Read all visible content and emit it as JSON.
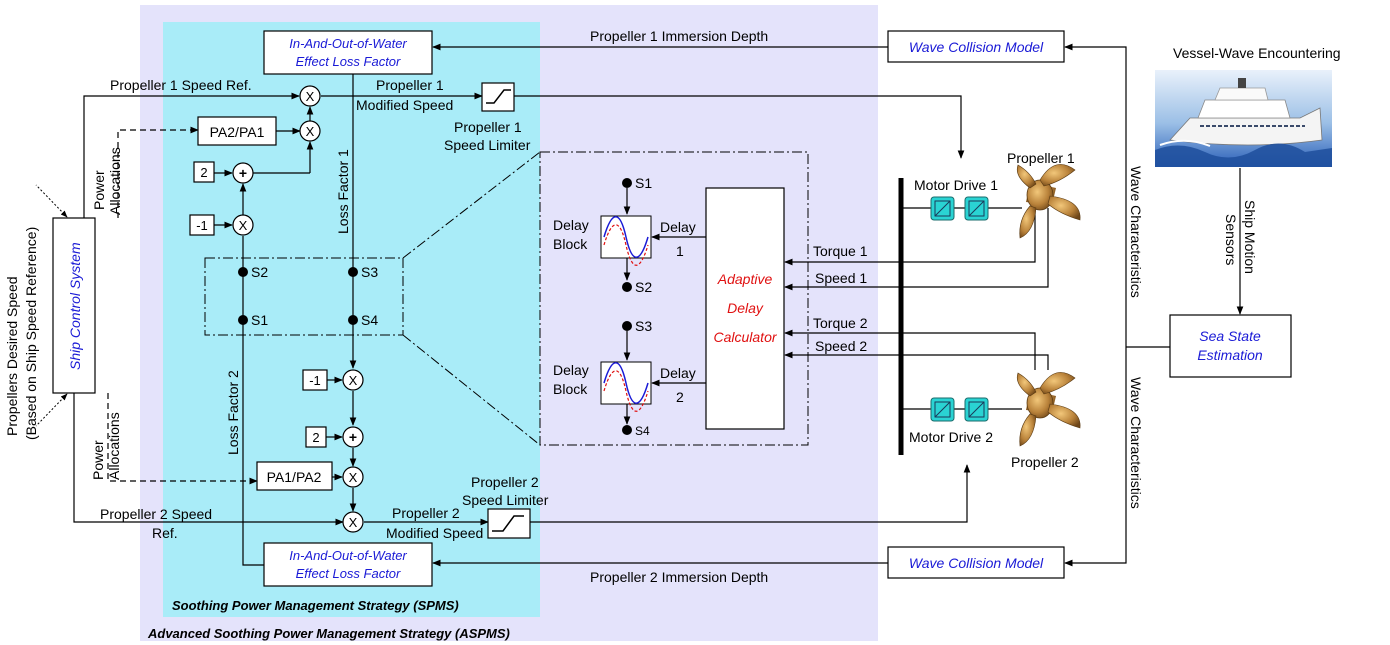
{
  "colors": {
    "aspms_background": "#e4e3fb",
    "spms_background": "#a9ecf8",
    "block_text": "#1a1ad6",
    "calculator_text": "#e01010",
    "drive_icon": "#2ad3d3"
  },
  "titles": {
    "spms": "Soothing Power Management Strategy (SPMS)",
    "aspms": "Advanced Soothing Power Management Strategy (ASPMS)"
  },
  "blocks": {
    "loss_top_l1": "In-And-Out-of-Water",
    "loss_top_l2": "Effect Loss Factor",
    "loss_bottom_l1": "In-And-Out-of-Water",
    "loss_bottom_l2": "Effect Loss Factor",
    "wave_top": "Wave Collision Model",
    "wave_bottom": "Wave Collision Model",
    "ship_control": "Ship Control System",
    "sea_state_l1": "Sea State",
    "sea_state_l2": "Estimation",
    "calc_l1": "Adaptive",
    "calc_l2": "Delay",
    "calc_l3": "Calculator",
    "pa_top": "PA2/PA1",
    "pa_bottom": "PA1/PA2",
    "const_2_top": "2",
    "const_neg1_top": "-1",
    "const_neg1_bottom": "-1",
    "const_2_bottom": "2",
    "delay_block_1_l1": "Delay",
    "delay_block_1_l2": "Block",
    "delay_block_2_l1": "Delay",
    "delay_block_2_l2": "Block"
  },
  "operators": {
    "multiply": "X",
    "add": "+"
  },
  "switches": {
    "s1": "S1",
    "s2": "S2",
    "s3": "S3",
    "s4": "S4",
    "d_s1": "S1",
    "d_s2": "S2",
    "d_s3": "S3",
    "d_s4": "S4"
  },
  "labels": {
    "immersion_1": "Propeller 1 Immersion Depth",
    "immersion_2": "Propeller 2 Immersion Depth",
    "vessel_wave": "Vessel-Wave Encountering",
    "p1_speed_ref": "Propeller 1 Speed Ref.",
    "p1_mod_l1": "Propeller 1",
    "p1_mod_l2": "Modified Speed",
    "p1_lim_l1": "Propeller 1",
    "p1_lim_l2": "Speed Limiter",
    "p2_lim_l1": "Propeller 2",
    "p2_lim_l2": "Speed Limiter",
    "p2_mod_l1": "Propeller 2",
    "p2_mod_l2": "Modified Speed",
    "p2_speed_ref_l1": "Propeller 2 Speed",
    "p2_speed_ref_l2": "Ref.",
    "loss_factor_1": "Loss Factor 1",
    "loss_factor_2": "Loss Factor 2",
    "power_alloc_top_l1": "Power",
    "power_alloc_top_l2": "Allocations",
    "power_alloc_bottom_l1": "Power",
    "power_alloc_bottom_l2": "Allocations",
    "desired_l1": "Propellers Desired Speed",
    "desired_l2": "(Based on Ship Speed Reference)",
    "delay_1_l1": "Delay",
    "delay_1_l2": "1",
    "delay_2_l1": "Delay",
    "delay_2_l2": "2",
    "torque_1": "Torque 1",
    "speed_1": "Speed 1",
    "torque_2": "Torque 2",
    "speed_2": "Speed 2",
    "motor_drive_1": "Motor Drive 1",
    "motor_drive_2": "Motor Drive 2",
    "propeller_1": "Propeller 1",
    "propeller_2": "Propeller 2",
    "wave_char_top": "Wave Characteristics",
    "wave_char_bottom": "Wave Characteristics",
    "ship_motion_l1": "Ship Motion",
    "ship_motion_l2": "Sensors"
  }
}
